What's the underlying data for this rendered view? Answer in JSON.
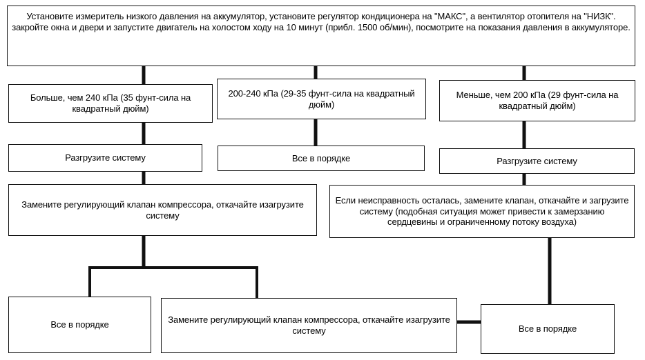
{
  "diagram": {
    "start": "Установите измеритель низкого давления на аккумулятор, установите регулятор кондиционера на \"МАКС\", а вентилятор отопителя на \"НИЗК\". закройте окна и двери и запустите двигатель на холостом ходу на 10 минут (прибл. 1500 об/мин), посмотрите на показания давления в аккумуляторе.",
    "branch_high": "Больше, чем 240 кПа (35 фунт-сила на квадратный дюйм)",
    "branch_mid": "200-240 кПа (29-35 фунт-сила на квадратный дюйм)",
    "branch_low": "Меньше, чем 200 кПа (29 фунт-сила на квадратный дюйм)",
    "discharge_left": "Разгрузите систему",
    "ok_mid": "Все в порядке",
    "discharge_right": "Разгрузите систему",
    "replace_valve": "Замените регулирующий клапан компрессора, откачайте изагрузите систему",
    "if_fault": "Если неисправность осталась, замените клапан, откачайте и загрузите систему (подобная ситуация может привести к замерзанию сердцевины и ограниченному потоку воздуха)",
    "ok_bottom_left": "Все в порядке",
    "replace_valve_2": "Замените регулирующий клапан компрессора, откачайте изагрузите систему",
    "ok_bottom_right": "Все в порядке"
  }
}
